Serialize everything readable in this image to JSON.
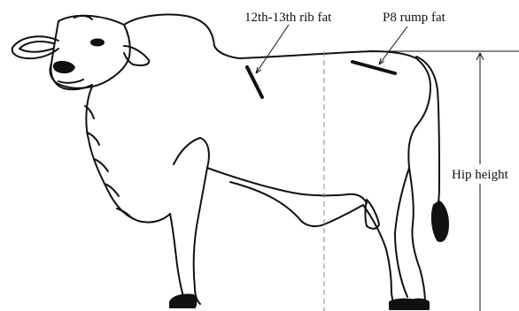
{
  "figure": {
    "subject": "cattle measurement sites",
    "labels": {
      "rib_fat": "12th-13th rib fat",
      "rump_fat": "P8 rump fat",
      "hip_height": "Hip height"
    },
    "colors": {
      "outline": "#111111",
      "background": "#ffffff",
      "guide_line": "#8a8a8a"
    }
  }
}
